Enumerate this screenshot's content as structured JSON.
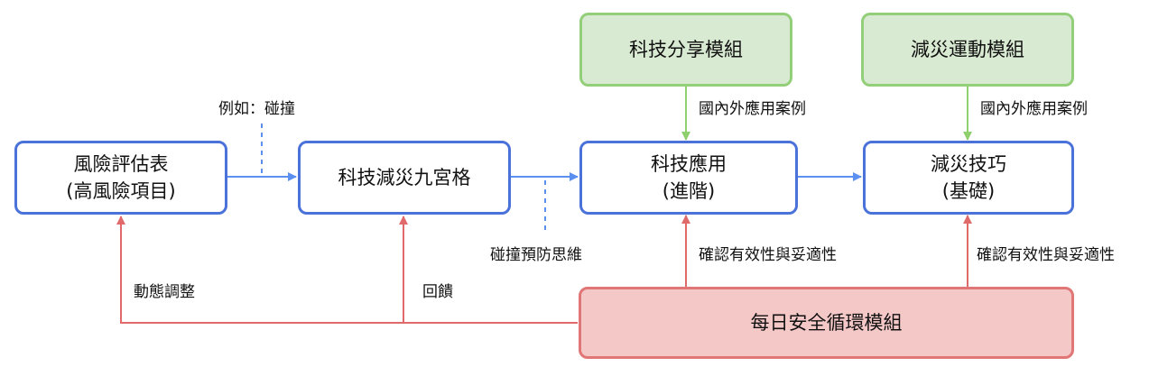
{
  "nodes": {
    "risk_form": {
      "line1": "風險評估表",
      "line2": "(高風險項目)"
    },
    "nine_grid": {
      "label": "科技減災九宮格"
    },
    "tech_app": {
      "line1": "科技應用",
      "line2": "(進階)"
    },
    "disaster_skill": {
      "line1": "減災技巧",
      "line2": "(基礎)"
    },
    "tech_share": {
      "label": "科技分享模組"
    },
    "disaster_move": {
      "label": "減災運動模組"
    },
    "daily_safety": {
      "label": "每日安全循環模組"
    }
  },
  "labels": {
    "example": "例如：碰撞",
    "collision_thinking": "碰撞預防思維",
    "cases_1": "國內外應用案例",
    "cases_2": "國內外應用案例",
    "confirm_1": "確認有效性與妥適性",
    "confirm_2": "確認有效性與妥適性",
    "feedback": "回饋",
    "dynamic_adjust": "動態調整"
  },
  "colors": {
    "blue": "#4a72d8",
    "green": "#92cf78",
    "red": "#e07676",
    "arrow_blue": "#5b8ff0",
    "arrow_green": "#8fcf6c",
    "arrow_red": "#e06a6a"
  }
}
